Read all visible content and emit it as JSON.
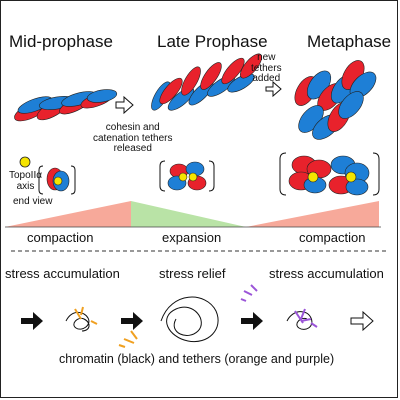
{
  "stages": {
    "mid_prophase": "Mid-prophase",
    "late_prophase": "Late Prophase",
    "metaphase": "Metaphase"
  },
  "annotations": {
    "new_tethers": "new\ntethers\nadded",
    "cohesin_release": "cohesin and\ncatenation tethers\nreleased",
    "topo_axis": "TopoIIα\naxis",
    "end_view": "end view"
  },
  "phases": {
    "left": "compaction",
    "middle": "expansion",
    "right": "compaction"
  },
  "stress": {
    "left": "stress accumulation",
    "middle": "stress  relief",
    "right": "stress accumulation"
  },
  "caption": "chromatin (black) and tethers (orange and purple)",
  "colors": {
    "red": "#e8222c",
    "blue": "#1e7fd6",
    "yellow": "#f5e400",
    "compaction_wedge": "#f7a99a",
    "expansion_wedge": "#b9e3a6",
    "orange_tether": "#f0a020",
    "purple_tether": "#9b55d8"
  }
}
